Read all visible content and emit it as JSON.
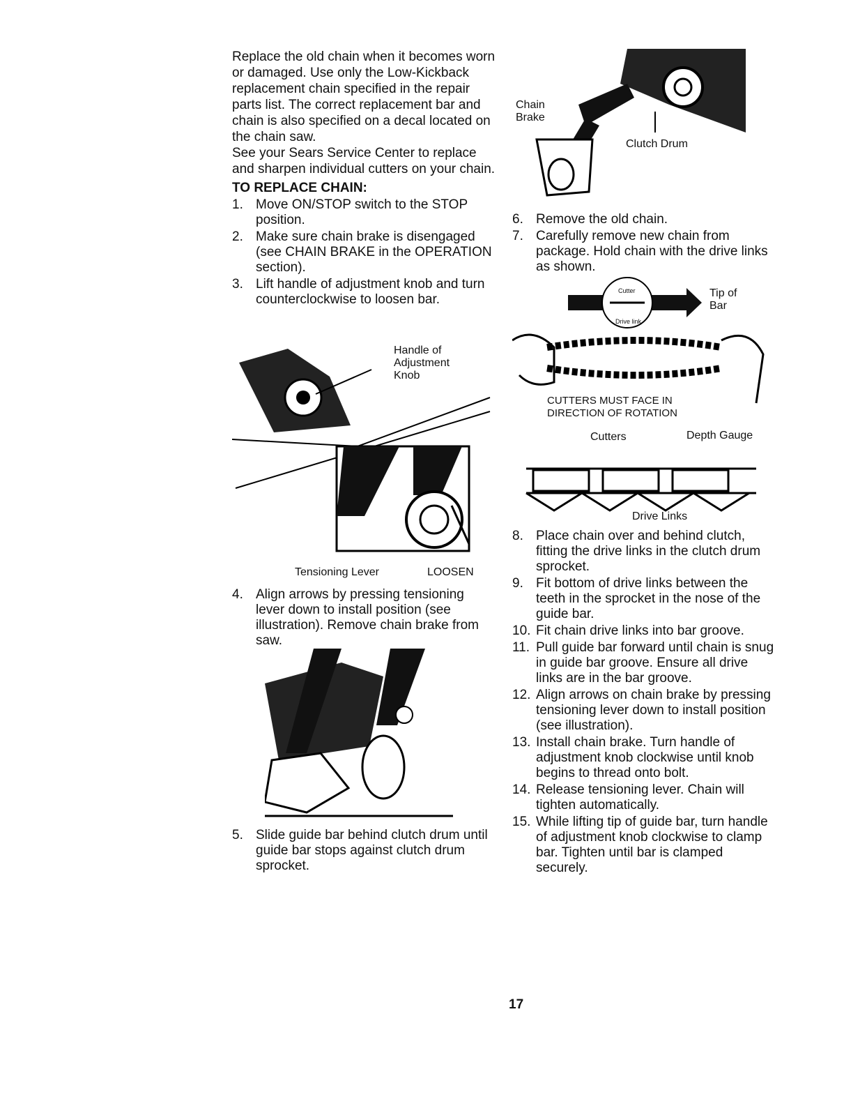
{
  "intro": {
    "paragraph_1": "Replace the old chain when it becomes worn or damaged. Use only the Low-Kickback replacement chain specified in the repair parts list. The correct replacement bar and chain is also specified on a decal located on the chain saw.",
    "paragraph_2": "See your Sears Service Center to replace and sharpen individual cutters on your chain."
  },
  "heading": "TO REPLACE CHAIN:",
  "steps": [
    {
      "num": "1.",
      "text": "Move ON/STOP switch to the STOP position."
    },
    {
      "num": "2.",
      "text": "Make sure chain brake is disengaged (see CHAIN BRAKE in the OPERATION section)."
    },
    {
      "num": "3.",
      "text": "Lift handle of adjustment knob and turn counterclockwise to loosen bar."
    },
    {
      "num": "4.",
      "text": "Align arrows by pressing tensioning lever down to install position (see illustration). Remove chain brake from saw."
    },
    {
      "num": "5.",
      "text": "Slide guide bar behind clutch drum until guide bar stops against clutch drum sprocket."
    },
    {
      "num": "6.",
      "text": "Remove the old chain."
    },
    {
      "num": "7.",
      "text": "Carefully remove new chain from package. Hold chain with the drive links as shown."
    },
    {
      "num": "8.",
      "text": "Place chain over and behind clutch, fitting the drive links in the clutch drum sprocket."
    },
    {
      "num": "9.",
      "text": "Fit bottom of drive links between the teeth in the sprocket in the nose of the guide bar."
    },
    {
      "num": "10.",
      "text": "Fit chain drive links into bar groove."
    },
    {
      "num": "11.",
      "text": "Pull guide bar forward until chain is snug in guide bar groove. Ensure all drive links are in the bar groove."
    },
    {
      "num": "12.",
      "text": "Align arrows on chain brake by pressing tensioning lever down to install position (see illustration)."
    },
    {
      "num": "13.",
      "text": "Install chain brake. Turn handle of adjustment knob clockwise until knob begins to thread onto bolt."
    },
    {
      "num": "14.",
      "text": "Release tensioning lever. Chain will tighten automatically."
    },
    {
      "num": "15.",
      "text": "While lifting tip of guide bar, turn handle of adjustment knob clockwise to clamp bar. Tighten until bar is clamped securely."
    }
  ],
  "figures": {
    "knob": {
      "handle_label": "Handle of\nAdjustment\nKnob",
      "lever_label": "Tensioning Lever",
      "loosen_label": "LOOSEN"
    },
    "brake": {
      "chain_brake_label": "Chain\nBrake",
      "clutch_drum_label": "Clutch Drum"
    },
    "chain_hold": {
      "cutter_label": "Cutter",
      "drive_link_label": "Drive link",
      "tip_label": "Tip of\nBar",
      "direction_label": "CUTTERS MUST FACE IN\nDIRECTION OF ROTATION"
    },
    "chain_detail": {
      "cutters_label": "Cutters",
      "depth_gauge_label": "Depth Gauge",
      "drive_links_label": "Drive Links"
    }
  },
  "page_number": "17"
}
